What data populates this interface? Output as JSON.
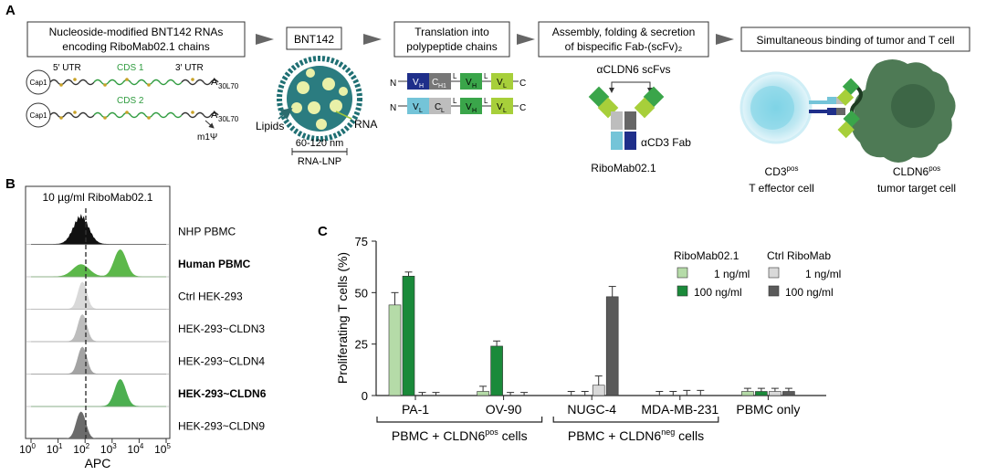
{
  "panelA": {
    "letter": "A",
    "steps": [
      "Nucleoside-modified BNT142 RNAs",
      "encoding RiboMab02.1 chains",
      "BNT142",
      "Translation into",
      "polypeptide chains",
      "Assembly, folding & secretion",
      "of bispecific Fab-(scFv)₂",
      "Simultaneous binding of tumor and T cell"
    ],
    "rna": {
      "cap": "Cap1",
      "utr5": "5′ UTR",
      "utr3": "3′ UTR",
      "cds1": "CDS 1",
      "cds2": "CDS 2",
      "polyA": "A",
      "polyA_sub": "30L70",
      "mod": "m1Ψ"
    },
    "lnp": {
      "lipids": "Lipids",
      "rna": "RNA",
      "size": "60-120 nm",
      "name": "RNA-LNP"
    },
    "chains": {
      "n": "N",
      "c": "C",
      "l": "L",
      "vh": "V",
      "vh_sub": "H",
      "ch": "C",
      "ch_sub": "H1",
      "vl": "V",
      "vl_sub": "L",
      "cl": "C",
      "cl_sub": "L"
    },
    "molecule": {
      "scfv_label": "αCLDN6 scFvs",
      "fab_label": "αCD3 Fab",
      "name": "RiboMab02.1"
    },
    "cells": {
      "t_cell_1": "CD3",
      "t_cell_sup": "pos",
      "t_cell_2": "T effector cell",
      "tumor_1": "CLDN6",
      "tumor_sup": "pos",
      "tumor_2": "tumor target cell"
    }
  },
  "panelB": {
    "letter": "B",
    "title": "10 µg/ml RiboMab02.1",
    "xlabel": "APC",
    "xticks": [
      {
        "base": "10",
        "exp": "0"
      },
      {
        "base": "10",
        "exp": "1"
      },
      {
        "base": "10",
        "exp": "2"
      },
      {
        "base": "10",
        "exp": "3"
      },
      {
        "base": "10",
        "exp": "4"
      },
      {
        "base": "10",
        "exp": "5"
      }
    ],
    "rows": [
      {
        "label": "NHP PBMC",
        "bold": false,
        "color": "#111111"
      },
      {
        "label": "Human PBMC",
        "bold": true,
        "color": "#5cb84a"
      },
      {
        "label": "Ctrl HEK-293",
        "bold": false,
        "color": "#d9d9d9"
      },
      {
        "label": "HEK-293~CLDN3",
        "bold": false,
        "color": "#bdbdbd"
      },
      {
        "label": "HEK-293~CLDN4",
        "bold": false,
        "color": "#a3a3a3"
      },
      {
        "label": "HEK-293~CLDN6",
        "bold": true,
        "color": "#4caf50"
      },
      {
        "label": "HEK-293~CLDN9",
        "bold": false,
        "color": "#6b6b6b"
      }
    ]
  },
  "chart_data": {
    "type": "bar",
    "letter": "C",
    "ylabel": "Proliferating T cells (%)",
    "ylim": [
      0,
      75
    ],
    "yticks": [
      "0",
      "25",
      "50",
      "75"
    ],
    "categories": [
      "PA-1",
      "OV-90",
      "NUGC-4",
      "MDA-MB-231",
      "PBMC only"
    ],
    "series": [
      {
        "name": "1 ng/ml",
        "group": "RiboMab02.1",
        "color": "#b5dba8",
        "values": [
          44,
          2,
          0,
          0,
          2
        ],
        "errors": [
          6,
          2.5,
          2,
          2,
          1.5
        ]
      },
      {
        "name": "100 ng/ml",
        "group": "RiboMab02.1",
        "color": "#1a8a3a",
        "values": [
          58,
          24,
          0,
          0,
          2
        ],
        "errors": [
          2,
          2.5,
          2,
          2,
          1.5
        ]
      },
      {
        "name": "1 ng/ml",
        "group": "Ctrl RiboMab",
        "color": "#d9d9d9",
        "values": [
          0,
          0,
          5,
          0,
          2
        ],
        "errors": [
          1.5,
          1.5,
          4.5,
          2.5,
          1.5
        ]
      },
      {
        "name": "100 ng/ml",
        "group": "Ctrl RiboMab",
        "color": "#5a5a5a",
        "values": [
          0,
          0,
          48,
          0,
          2
        ],
        "errors": [
          1.5,
          1.5,
          5,
          2.5,
          1.5
        ]
      }
    ],
    "legend_groups": [
      "RiboMab02.1",
      "Ctrl RiboMab"
    ],
    "legend_position": "top-right",
    "brackets": [
      {
        "text": "PBMC + CLDN6",
        "sup": "pos",
        "after": " cells"
      },
      {
        "text": "PBMC + CLDN6",
        "sup": "neg",
        "after": " cells"
      }
    ]
  }
}
